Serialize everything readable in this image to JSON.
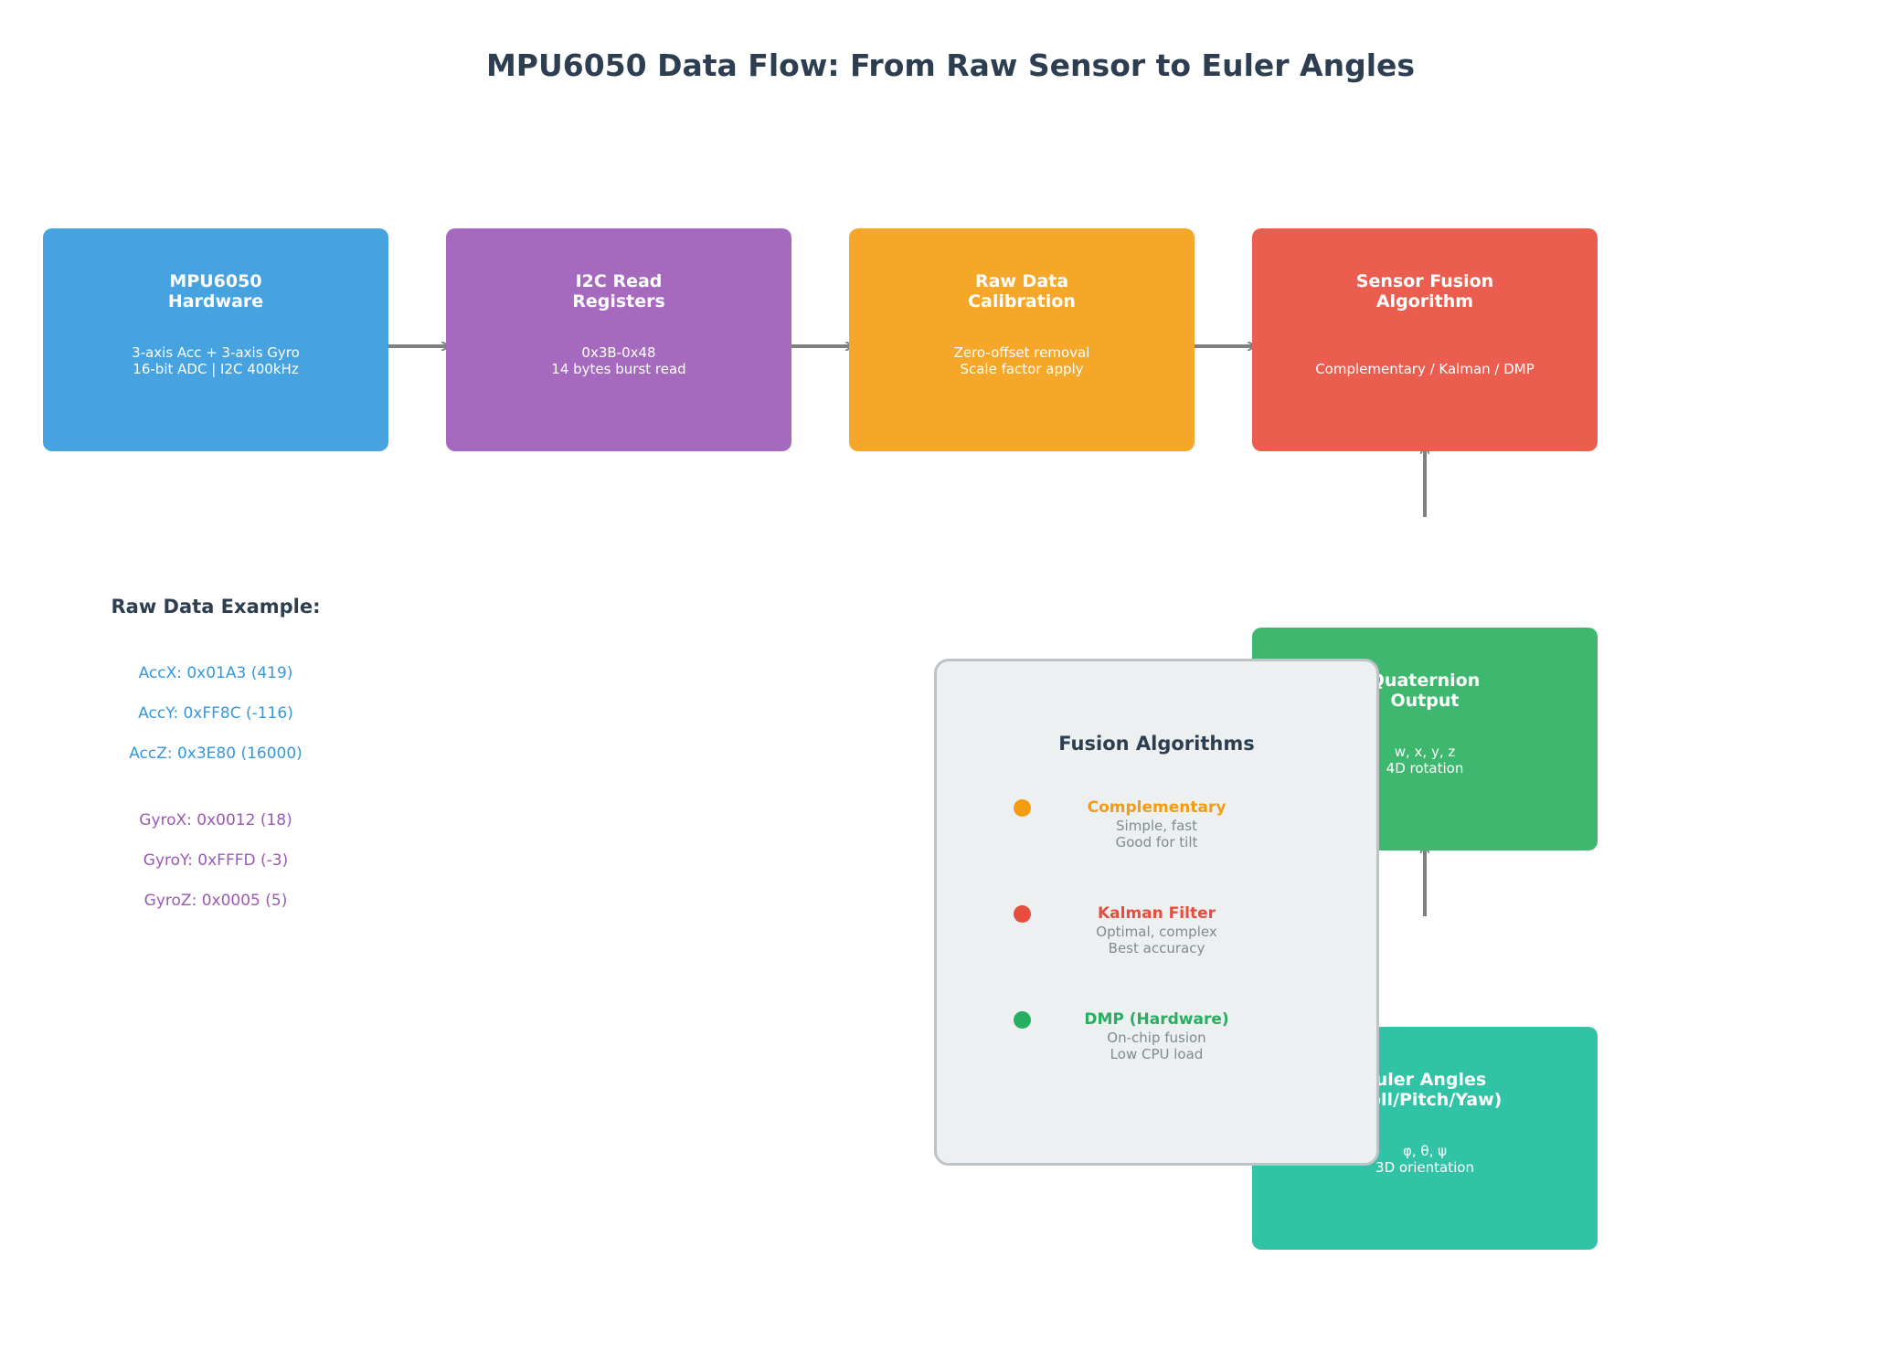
{
  "title": "MPU6050 Data Flow: From Raw Sensor to Euler Angles",
  "colors": {
    "hardware": "#47a2e0",
    "i2c": "#a56abe",
    "calibration": "#f5a72a",
    "fusion": "#eb5e4f",
    "quaternion": "#3db86e",
    "euler": "#31c3a5",
    "arrow": "#808080"
  },
  "stages": {
    "hardware": {
      "title": [
        "MPU6050",
        "Hardware"
      ],
      "desc": [
        "3-axis Acc + 3-axis Gyro",
        "16-bit ADC | I2C 400kHz"
      ]
    },
    "i2c": {
      "title": [
        "I2C Read",
        "Registers"
      ],
      "desc": [
        "0x3B-0x48",
        "14 bytes burst read"
      ]
    },
    "calibration": {
      "title": [
        "Raw Data",
        "Calibration"
      ],
      "desc": [
        "Zero-offset removal",
        "Scale factor apply"
      ]
    },
    "fusion": {
      "title": [
        "Sensor Fusion",
        "Algorithm"
      ],
      "desc": [
        "Complementary / Kalman / DMP"
      ]
    },
    "quaternion": {
      "title": [
        "Quaternion",
        "Output"
      ],
      "desc": [
        "w, x, y, z",
        "4D rotation"
      ]
    },
    "euler": {
      "title": [
        "Euler Angles",
        "(Roll/Pitch/Yaw)"
      ],
      "desc": [
        "φ, θ, ψ",
        "3D orientation"
      ]
    }
  },
  "raw_data": {
    "heading": "Raw Data Example:",
    "acc": [
      "AccX: 0x01A3 (419)",
      "AccY: 0xFF8C (-116)",
      "AccZ: 0x3E80 (16000)"
    ],
    "gyro": [
      "GyroX: 0x0012 (18)",
      "GyroY: 0xFFFD (-3)",
      "GyroZ: 0x0005 (5)"
    ]
  },
  "algorithms": {
    "title": "Fusion Algorithms",
    "items": [
      {
        "name": "Complementary",
        "desc": [
          "Simple, fast",
          "Good for tilt"
        ],
        "color": "#f39c12"
      },
      {
        "name": "Kalman Filter",
        "desc": [
          "Optimal, complex",
          "Best accuracy"
        ],
        "color": "#e74c3c"
      },
      {
        "name": "DMP (Hardware)",
        "desc": [
          "On-chip fusion",
          "Low CPU load"
        ],
        "color": "#27ae60"
      }
    ]
  }
}
